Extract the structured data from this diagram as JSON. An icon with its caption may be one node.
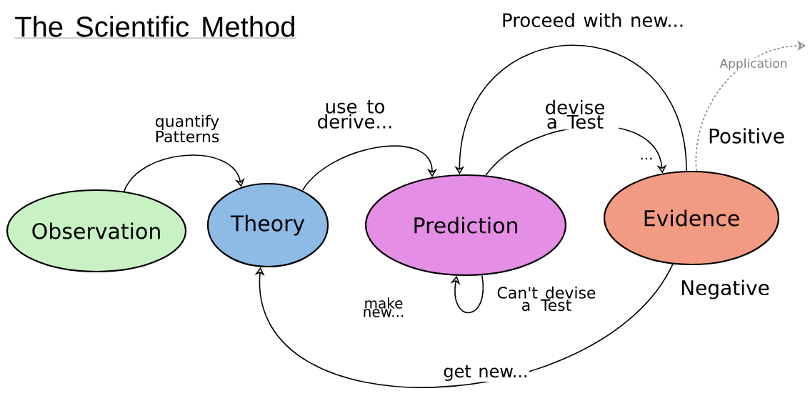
{
  "diagram": {
    "title": "The Scientific Method",
    "nodes": [
      {
        "text": [
          "Observation"
        ]
      },
      {
        "text": [
          "Theory"
        ]
      },
      {
        "text": [
          "Prediction"
        ]
      },
      {
        "text": [
          "Evidence"
        ]
      }
    ],
    "edges": [
      {
        "from": 0,
        "to": 1,
        "arrow": "to",
        "label": "quantify Patterns"
      },
      {
        "from": 1,
        "to": 2,
        "arrow": "to",
        "label": "use to derive..."
      },
      {
        "from": 2,
        "to": 3,
        "arrow": "to",
        "label": "devise a Test"
      },
      {
        "from": 3,
        "to": 2,
        "arrow": "to",
        "label": "Proceed with new..."
      },
      {
        "from": 2,
        "to": 2,
        "arrow": "to",
        "label": "make new..."
      },
      {
        "from": 3,
        "to": 1,
        "arrow": "to",
        "label": "get new..."
      },
      {
        "from": 3,
        "to": null,
        "arrow": "to",
        "label": "Application",
        "style": "dashed",
        "color": "#808080"
      }
    ],
    "labels": [
      "Positive",
      "...",
      "Negative",
      "Can't devise a Test"
    ]
  }
}
